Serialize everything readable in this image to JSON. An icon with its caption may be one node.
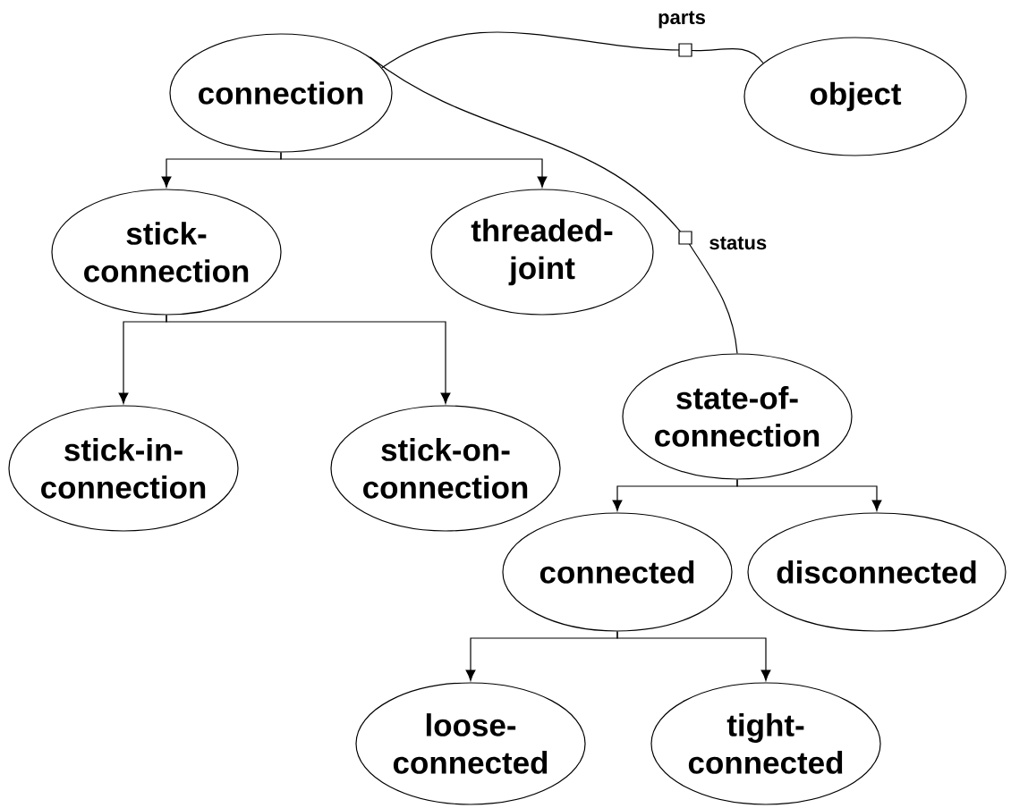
{
  "diagram": {
    "nodes": [
      {
        "text": [
          "connection"
        ]
      },
      {
        "text": [
          "object"
        ]
      },
      {
        "text": [
          "stick-connection"
        ]
      },
      {
        "text": [
          "threaded-joint"
        ]
      },
      {
        "text": [
          "state-of-connection"
        ]
      },
      {
        "text": [
          "stick-in-connection"
        ]
      },
      {
        "text": [
          "stick-on-connection"
        ]
      },
      {
        "text": [
          "connected"
        ]
      },
      {
        "text": [
          "disconnected"
        ]
      },
      {
        "text": [
          "loose-connected"
        ]
      },
      {
        "text": [
          "tight-connected"
        ]
      }
    ],
    "edges": [
      {
        "from": 0,
        "to": 1,
        "arrow": "none",
        "label": "parts"
      },
      {
        "from": 0,
        "to": 4,
        "arrow": "none",
        "label": "status"
      },
      {
        "from": 0,
        "to": 2,
        "arrow": "to"
      },
      {
        "from": 0,
        "to": 3,
        "arrow": "to"
      },
      {
        "from": 2,
        "to": 5,
        "arrow": "to"
      },
      {
        "from": 2,
        "to": 6,
        "arrow": "to"
      },
      {
        "from": 4,
        "to": 7,
        "arrow": "to"
      },
      {
        "from": 4,
        "to": 8,
        "arrow": "to"
      },
      {
        "from": 7,
        "to": 9,
        "arrow": "to"
      },
      {
        "from": 7,
        "to": 10,
        "arrow": "to"
      }
    ]
  }
}
